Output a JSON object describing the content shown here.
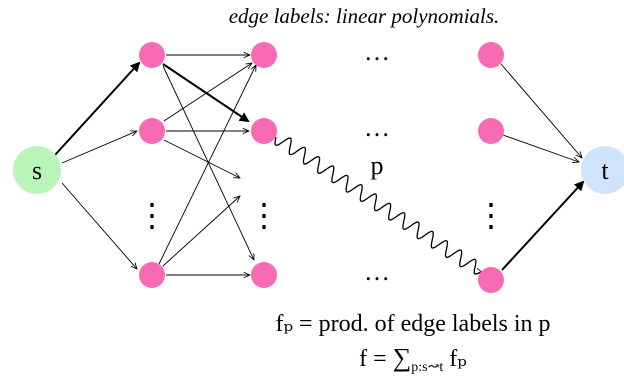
{
  "caption": "edge labels: linear polynomials.",
  "nodes": {
    "source_label": "s",
    "sink_label": "t",
    "path_label": "p",
    "ellipsis_horizontal": "…",
    "ellipsis_vertical": "⋮"
  },
  "formulas": {
    "fp_line": "fₚ = prod. of edge labels in p",
    "f_line_lhs": "f = ",
    "f_line_sum": "∑",
    "f_line_subscript": "p:s↝t",
    "f_line_rhs": " fₚ"
  },
  "colors": {
    "source_fill": "#b9f5b9",
    "sink_fill": "#cfe3fb",
    "node_fill": "#f76bb5",
    "edge": "#000000"
  }
}
